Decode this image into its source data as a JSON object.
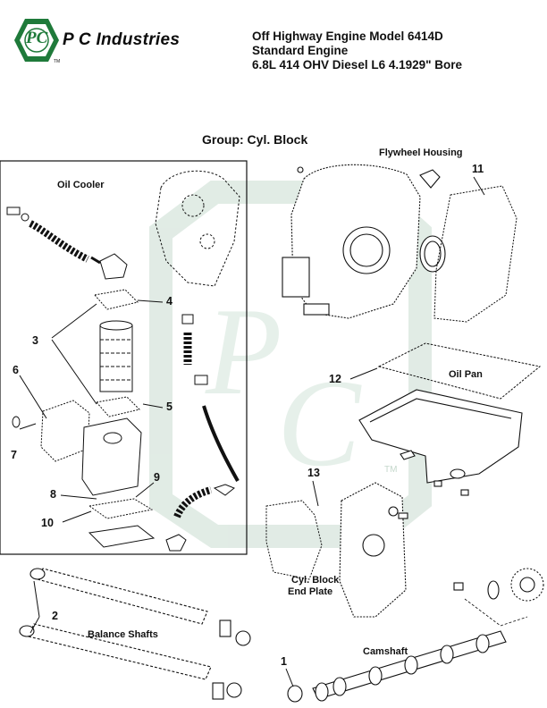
{
  "header": {
    "company": "P C Industries",
    "logo_letters": "PC",
    "trademark": "TM",
    "title_lines": [
      "Off Highway Engine Model 6414D",
      "Standard Engine",
      "6.8L 414 OHV Diesel L6 4.1929\" Bore"
    ]
  },
  "group_title": "Group: Cyl. Block",
  "sections": {
    "oil_cooler": "Oil Cooler",
    "flywheel_housing": "Flywheel Housing",
    "oil_pan": "Oil Pan",
    "cyl_block_end_plate_line1": "Cyl. Block",
    "cyl_block_end_plate_line2": "End Plate",
    "balance_shafts": "Balance Shafts",
    "camshaft": "Camshaft"
  },
  "callouts": [
    "1",
    "2",
    "3",
    "4",
    "5",
    "6",
    "7",
    "8",
    "9",
    "10",
    "11",
    "12",
    "13"
  ],
  "watermark_trademark": "TM",
  "colors": {
    "logo_green": "#1f7a3a",
    "line": "#111111",
    "watermark": "#dce9e1"
  }
}
